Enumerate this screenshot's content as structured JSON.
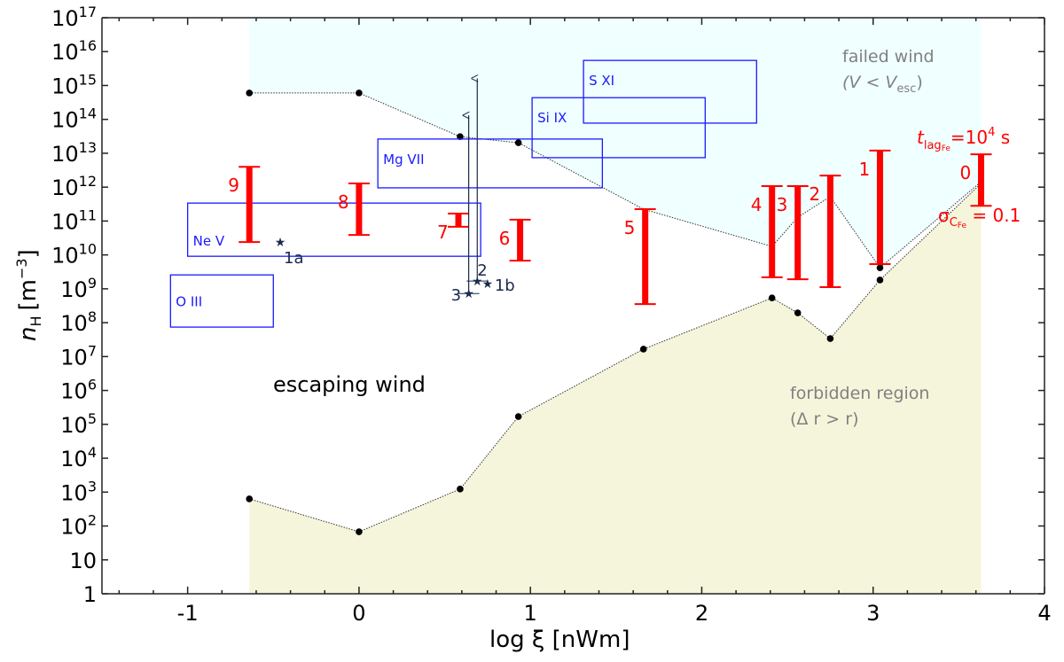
{
  "chart_data": {
    "type": "scatter",
    "title": "",
    "xlabel": "log ξ [nWm]",
    "ylabel": "n_H [m^-3]",
    "ylabel_main": "n",
    "ylabel_sub": "H",
    "ylabel_unit": "[m",
    "ylabel_unit_exp": "−3",
    "ylabel_unit_close": "]",
    "xlim": [
      -1.5,
      4
    ],
    "ylim_log10": [
      0,
      17
    ],
    "yscale": "log",
    "grid": false,
    "x_ticks": [
      {
        "value": -1,
        "label": "-1"
      },
      {
        "value": 0,
        "label": "0"
      },
      {
        "value": 1,
        "label": "1"
      },
      {
        "value": 2,
        "label": "2"
      },
      {
        "value": 3,
        "label": "3"
      },
      {
        "value": 4,
        "label": "4"
      }
    ],
    "y_ticks": [
      {
        "value": 0,
        "base": "1",
        "exp": ""
      },
      {
        "value": 1,
        "base": "10",
        "exp": ""
      },
      {
        "value": 2,
        "base": "10",
        "exp": "2"
      },
      {
        "value": 3,
        "base": "10",
        "exp": "3"
      },
      {
        "value": 4,
        "base": "10",
        "exp": "4"
      },
      {
        "value": 5,
        "base": "10",
        "exp": "5"
      },
      {
        "value": 6,
        "base": "10",
        "exp": "6"
      },
      {
        "value": 7,
        "base": "10",
        "exp": "7"
      },
      {
        "value": 8,
        "base": "10",
        "exp": "8"
      },
      {
        "value": 9,
        "base": "10",
        "exp": "9"
      },
      {
        "value": 10,
        "base": "10",
        "exp": "10"
      },
      {
        "value": 11,
        "base": "10",
        "exp": "11"
      },
      {
        "value": 12,
        "base": "10",
        "exp": "12"
      },
      {
        "value": 13,
        "base": "10",
        "exp": "13"
      },
      {
        "value": 14,
        "base": "10",
        "exp": "14"
      },
      {
        "value": 15,
        "base": "10",
        "exp": "15"
      },
      {
        "value": 16,
        "base": "10",
        "exp": "16"
      },
      {
        "value": 17,
        "base": "10",
        "exp": "17"
      }
    ],
    "regions": {
      "failed_wind": {
        "label_line1": "failed wind",
        "label_line2": "(V < V",
        "label_line2_sub": "esc",
        "label_line2_end": ")",
        "color": "#f0ffff",
        "x_range": [
          -0.64,
          3.63
        ]
      },
      "forbidden": {
        "label_line1": "forbidden region",
        "label_line2": "(Δ r > r)",
        "color": "#f5f5dc",
        "x_range": [
          -0.64,
          3.63
        ]
      },
      "escaping": {
        "label": "escaping wind"
      }
    },
    "upper_boundary": {
      "name": "failed wind boundary",
      "x": [
        -0.64,
        0.0,
        0.59,
        0.93,
        1.66,
        2.41,
        2.56,
        2.75,
        3.04,
        3.63
      ],
      "log_y": [
        14.78,
        14.78,
        13.49,
        13.31,
        11.35,
        10.25,
        11.11,
        11.72,
        9.62,
        12.16
      ],
      "markers": [
        true,
        true,
        true,
        true,
        false,
        false,
        false,
        false,
        true,
        false
      ]
    },
    "lower_boundary": {
      "name": "forbidden region boundary",
      "x": [
        -0.64,
        0.0,
        0.59,
        0.93,
        1.66,
        2.41,
        2.56,
        2.75,
        3.04,
        3.63
      ],
      "log_y": [
        2.8,
        1.83,
        3.09,
        5.23,
        7.22,
        8.73,
        8.29,
        7.53,
        9.26,
        12.11
      ],
      "markers": [
        true,
        true,
        true,
        true,
        true,
        true,
        true,
        true,
        true,
        false
      ]
    },
    "ion_boxes": [
      {
        "label": "O III",
        "x": [
          -1.1,
          -0.5
        ],
        "log_y": [
          7.87,
          9.41
        ]
      },
      {
        "label": "Ne V",
        "x": [
          -1.0,
          0.71
        ],
        "log_y": [
          9.96,
          11.53
        ]
      },
      {
        "label": "Mg VII",
        "x": [
          0.11,
          1.42
        ],
        "log_y": [
          11.98,
          13.42
        ]
      },
      {
        "label": "Si IX",
        "x": [
          1.01,
          2.02
        ],
        "log_y": [
          12.87,
          14.64
        ]
      },
      {
        "label": "S XI",
        "x": [
          1.31,
          2.32
        ],
        "log_y": [
          13.89,
          15.74
        ]
      }
    ],
    "error_bars": [
      {
        "label": "9",
        "x": -0.64,
        "log_y_low": 10.38,
        "log_y_high": 12.6
      },
      {
        "label": "8",
        "x": 0.0,
        "log_y_low": 10.59,
        "log_y_high": 12.11
      },
      {
        "label": "7",
        "x": 0.58,
        "log_y_low": 10.83,
        "log_y_high": 11.22
      },
      {
        "label": "6",
        "x": 0.94,
        "log_y_low": 9.83,
        "log_y_high": 11.04
      },
      {
        "label": "5",
        "x": 1.67,
        "log_y_low": 8.55,
        "log_y_high": 11.35
      },
      {
        "label": "4",
        "x": 2.41,
        "log_y_low": 9.34,
        "log_y_high": 12.03
      },
      {
        "label": "3",
        "x": 2.56,
        "log_y_low": 9.28,
        "log_y_high": 12.03
      },
      {
        "label": "2",
        "x": 2.75,
        "log_y_low": 9.05,
        "log_y_high": 12.34
      },
      {
        "label": "1",
        "x": 3.04,
        "log_y_low": 9.73,
        "log_y_high": 13.08
      },
      {
        "label": "0",
        "x": 3.63,
        "log_y_low": 11.45,
        "log_y_high": 12.97
      }
    ],
    "stars": [
      {
        "label": "1a",
        "x": -0.46,
        "log_y": 10.38,
        "arrow_to_log_y": null
      },
      {
        "label": "2",
        "x": 0.69,
        "log_y": 9.23,
        "arrow_to_log_y": 15.21
      },
      {
        "label": "1b",
        "x": 0.75,
        "log_y": 9.15,
        "arrow_to_log_y": null
      },
      {
        "label": "3",
        "x": 0.64,
        "log_y": 8.86,
        "arrow_to_log_y": 14.12
      }
    ],
    "annotations": {
      "tlag_main": "t",
      "tlag_sub": "lag",
      "tlag_subsub": "Fe",
      "tlag_eq": "=10",
      "tlag_exp": "4",
      "tlag_unit": " s",
      "sigma_main": "σ",
      "sigma_sub": "C",
      "sigma_subsub": "Fe",
      "sigma_eq": " = 0.1"
    },
    "colors": {
      "error_bar": "#ff0000",
      "ion_box": "#1a1aff",
      "star": "#1a2a4d",
      "boundary": "#000000",
      "failed_fill": "#f0ffff",
      "forbidden_fill": "#f5f5dc",
      "region_text": "#808080"
    }
  }
}
